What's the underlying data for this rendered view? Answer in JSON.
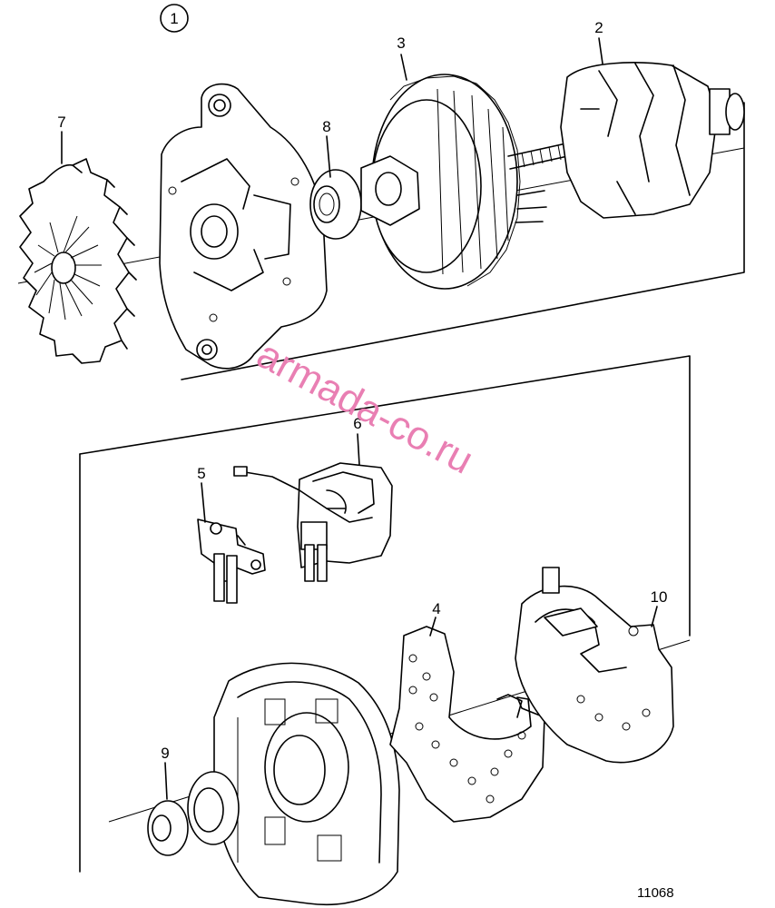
{
  "title": "Alternator exploded view",
  "diagram_badge": "1",
  "figure_code": "11068",
  "watermark": "armada-co.ru",
  "parts": [
    {
      "number": "1"
    },
    {
      "number": "2"
    },
    {
      "number": "3"
    },
    {
      "number": "4"
    },
    {
      "number": "5"
    },
    {
      "number": "6"
    },
    {
      "number": "7"
    },
    {
      "number": "8"
    },
    {
      "number": "9"
    },
    {
      "number": "10"
    }
  ],
  "colors": {
    "line": "#000000",
    "background": "#ffffff",
    "watermark": "#e97fb3"
  }
}
